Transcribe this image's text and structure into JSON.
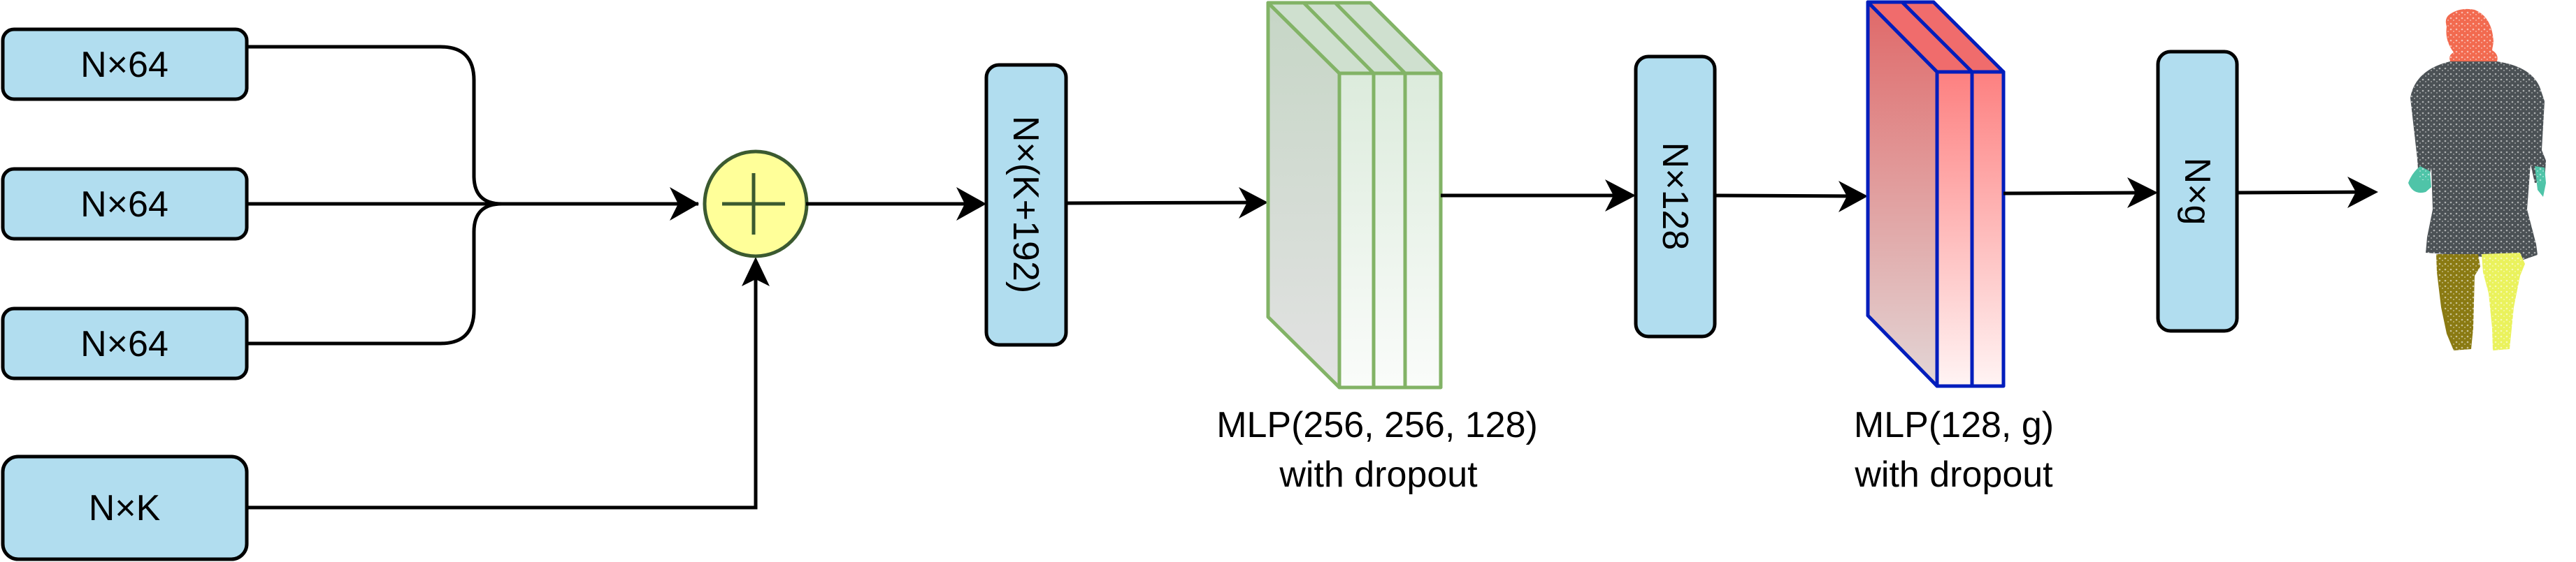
{
  "diagram": {
    "inputs": [
      {
        "label": "N×64"
      },
      {
        "label": "N×64"
      },
      {
        "label": "N×64"
      },
      {
        "label": "N×K"
      }
    ],
    "merge_op": {
      "symbol": "+",
      "name": "concatenate"
    },
    "concat_box": {
      "label": "N×(K+192)"
    },
    "mlp1": {
      "caption_line1": "MLP(256, 256, 128)",
      "caption_line2": "with dropout",
      "layers": 3
    },
    "mid_box": {
      "label": "N×128"
    },
    "mlp2": {
      "caption_line1": "MLP(128, g)",
      "caption_line2": "with dropout",
      "layers": 2
    },
    "output_box": {
      "label": "N×g"
    },
    "result": {
      "description": "segmented point cloud figure",
      "parts": [
        {
          "name": "head",
          "color": "#f26a4f"
        },
        {
          "name": "body",
          "color": "#4b5155"
        },
        {
          "name": "hands",
          "color": "#4fc4a8"
        },
        {
          "name": "left-leg",
          "color": "#8a7a12"
        },
        {
          "name": "right-leg",
          "color": "#eaf25c"
        }
      ]
    }
  },
  "colors": {
    "box_fill": "#b1ddef",
    "box_stroke": "#000000",
    "merge_fill": "#ffff99",
    "merge_stroke": "#3b5a30",
    "mlp1_stroke": "#82b366",
    "mlp2_stroke": "#001dbc",
    "mlp2_fill": "#f08080"
  }
}
